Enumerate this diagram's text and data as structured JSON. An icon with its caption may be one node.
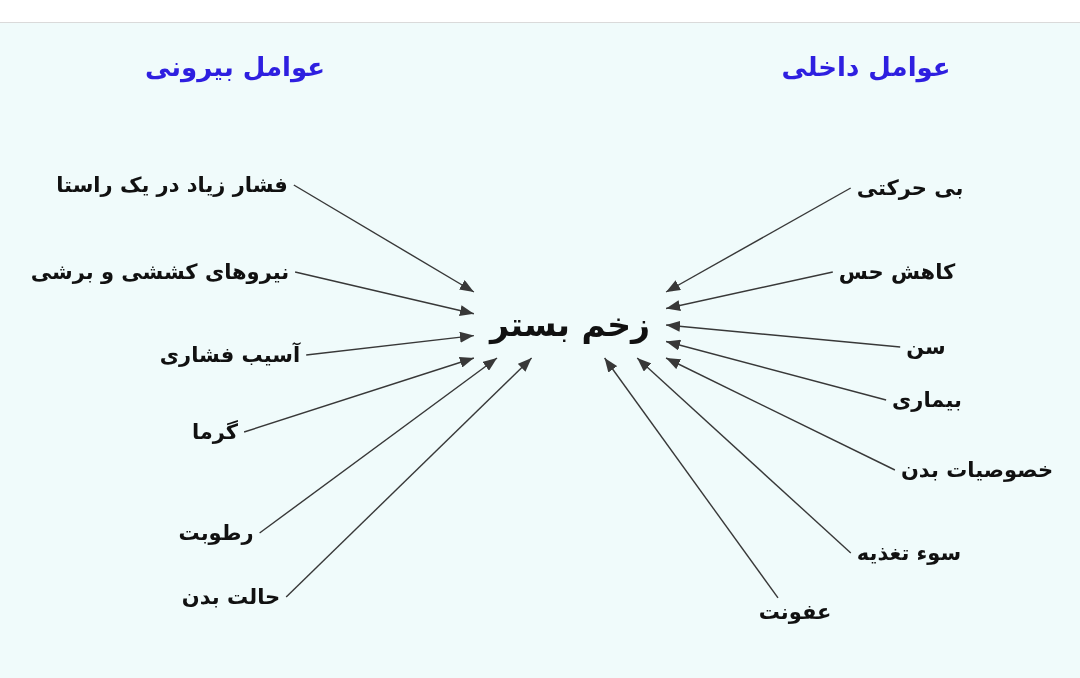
{
  "diagram": {
    "nodes": [
      {
        "text": [
          "زخم بستر"
        ]
      },
      {
        "text": [
          "فشار زیاد در یک راستا"
        ]
      },
      {
        "text": [
          "نیروهای کششی و برشی"
        ]
      },
      {
        "text": [
          "آسیب فشاری"
        ]
      },
      {
        "text": [
          "گرما"
        ]
      },
      {
        "text": [
          "رطوبت"
        ]
      },
      {
        "text": [
          "حالت بدن"
        ]
      },
      {
        "text": [
          "بی حرکتی"
        ]
      },
      {
        "text": [
          "کاهش حس"
        ]
      },
      {
        "text": [
          "سن"
        ]
      },
      {
        "text": [
          "بیماری"
        ]
      },
      {
        "text": [
          "خصوصیات بدن"
        ]
      },
      {
        "text": [
          "سوء تغذیه"
        ]
      },
      {
        "text": [
          "عفونت"
        ]
      }
    ],
    "edges": [
      {
        "from": 1,
        "to": 0,
        "arrow": "to"
      },
      {
        "from": 2,
        "to": 0,
        "arrow": "to"
      },
      {
        "from": 3,
        "to": 0,
        "arrow": "to"
      },
      {
        "from": 4,
        "to": 0,
        "arrow": "to"
      },
      {
        "from": 5,
        "to": 0,
        "arrow": "to"
      },
      {
        "from": 6,
        "to": 0,
        "arrow": "to"
      },
      {
        "from": 7,
        "to": 0,
        "arrow": "to"
      },
      {
        "from": 8,
        "to": 0,
        "arrow": "to"
      },
      {
        "from": 9,
        "to": 0,
        "arrow": "to"
      },
      {
        "from": 10,
        "to": 0,
        "arrow": "to"
      },
      {
        "from": 11,
        "to": 0,
        "arrow": "to"
      },
      {
        "from": 12,
        "to": 0,
        "arrow": "to"
      },
      {
        "from": 13,
        "to": 0,
        "arrow": "to"
      }
    ],
    "labels": [
      "عوامل داخلی",
      "عوامل بیرونی"
    ]
  }
}
